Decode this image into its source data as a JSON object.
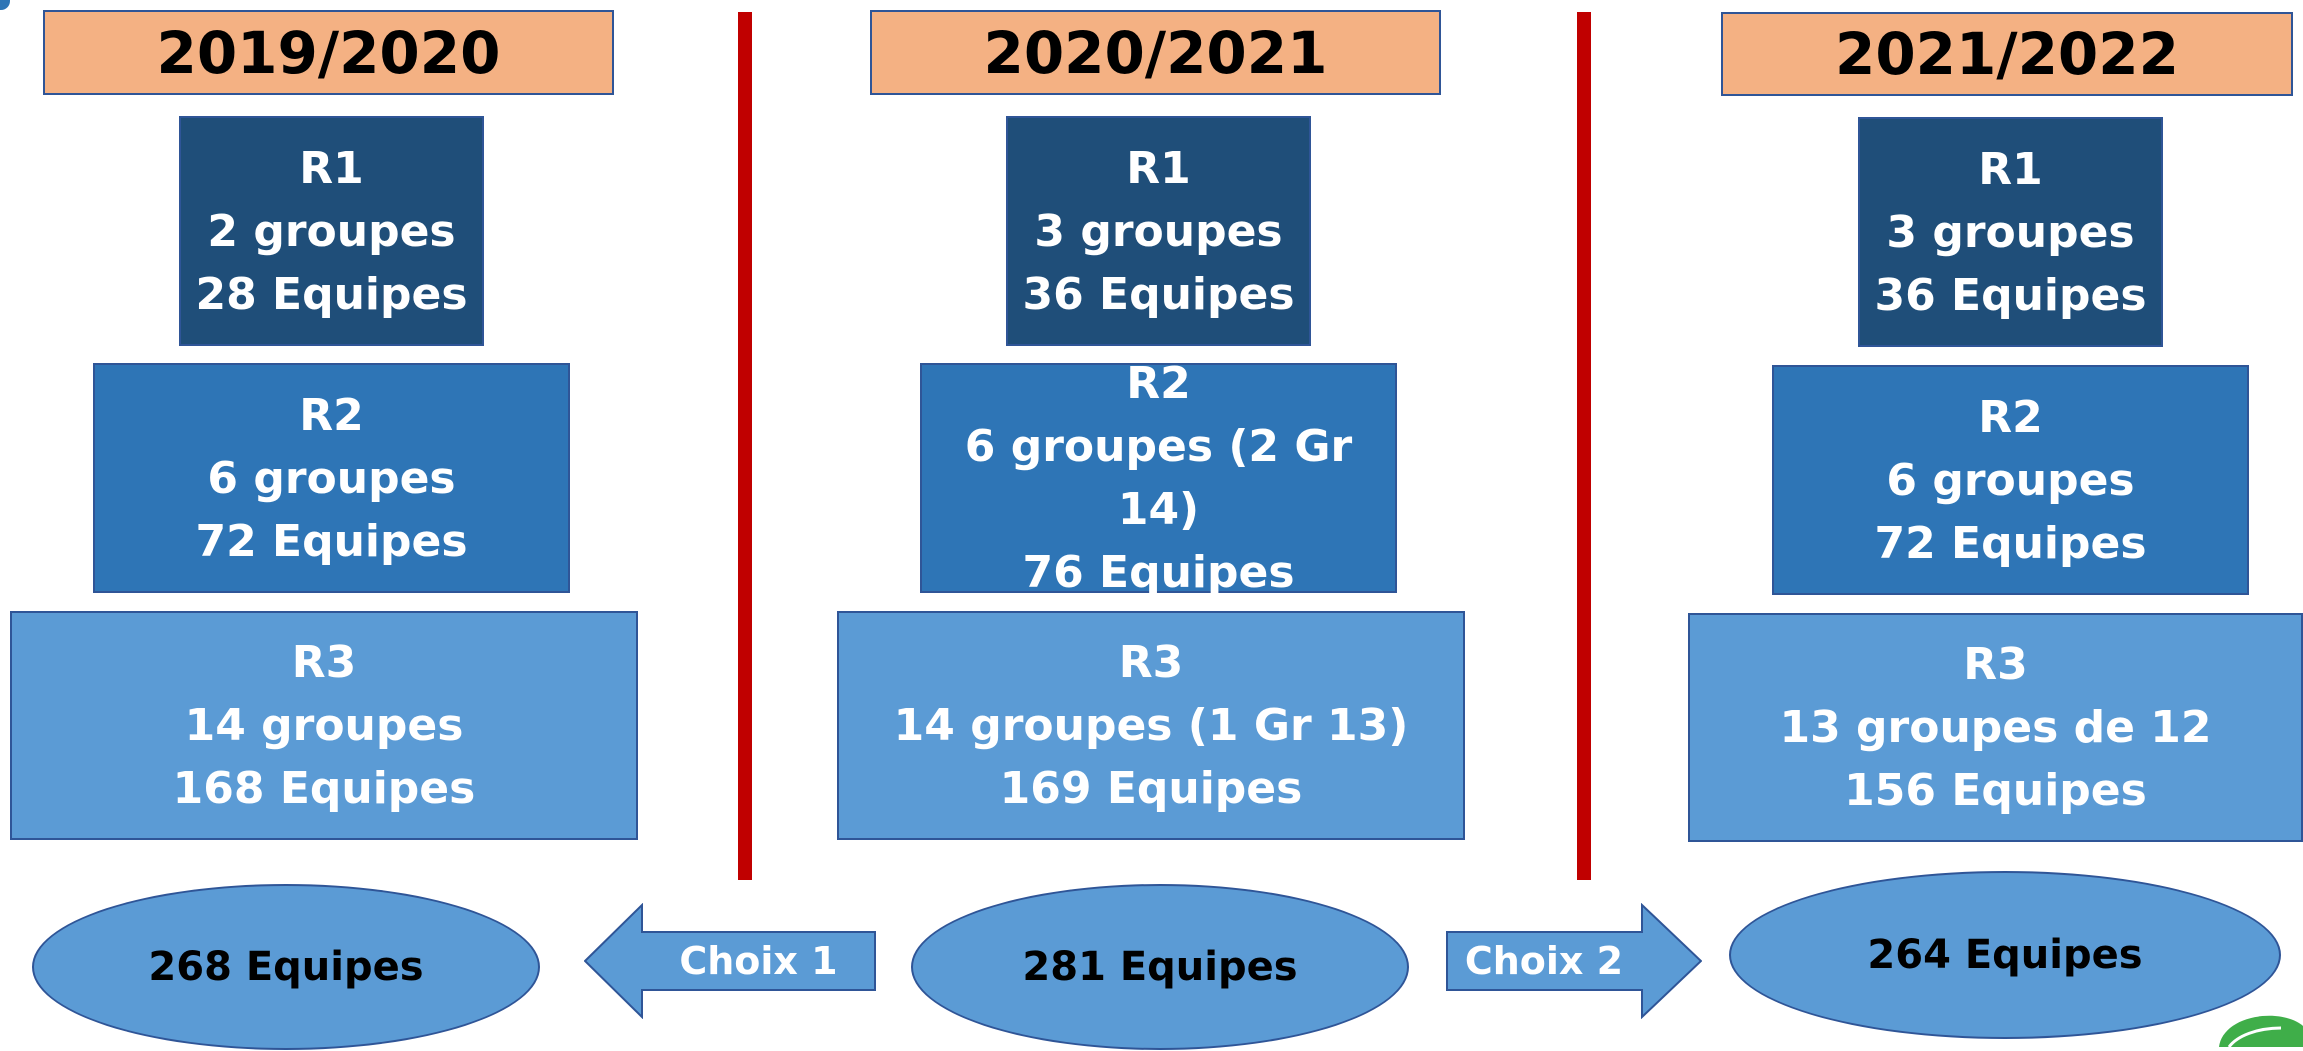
{
  "colors": {
    "header_fill": "#f4b183",
    "border": "#2f5597",
    "r1_fill": "#1f4e79",
    "r2_fill": "#2e75b6",
    "r3_fill": "#5b9bd5",
    "divider": "#c00000",
    "logo_green": "#3fae49"
  },
  "seasons": [
    {
      "title": "2019/2020",
      "r1": {
        "name": "R1",
        "groups": "2 groupes",
        "teams": "28 Equipes"
      },
      "r2": {
        "name": "R2",
        "groups": "6 groupes",
        "teams": "72 Equipes"
      },
      "r3": {
        "name": "R3",
        "groups": "14 groupes",
        "teams": "168 Equipes"
      },
      "total": "268 Equipes"
    },
    {
      "title": "2020/2021",
      "r1": {
        "name": "R1",
        "groups": "3 groupes",
        "teams": "36 Equipes"
      },
      "r2": {
        "name": "R2",
        "groups": "6 groupes (2 Gr 14)",
        "teams": "76 Equipes"
      },
      "r3": {
        "name": "R3",
        "groups": "14 groupes (1 Gr 13)",
        "teams": "169 Equipes"
      },
      "total": "281 Equipes"
    },
    {
      "title": "2021/2022",
      "r1": {
        "name": "R1",
        "groups": "3 groupes",
        "teams": "36 Equipes"
      },
      "r2": {
        "name": "R2",
        "groups": "6 groupes",
        "teams": "72 Equipes"
      },
      "r3": {
        "name": "R3",
        "groups": "13 groupes de 12",
        "teams": "156 Equipes"
      },
      "total": "264 Equipes"
    }
  ],
  "choices": {
    "left": {
      "label": "Choix 1",
      "direction": "left"
    },
    "right": {
      "label": "Choix 2",
      "direction": "right"
    }
  }
}
